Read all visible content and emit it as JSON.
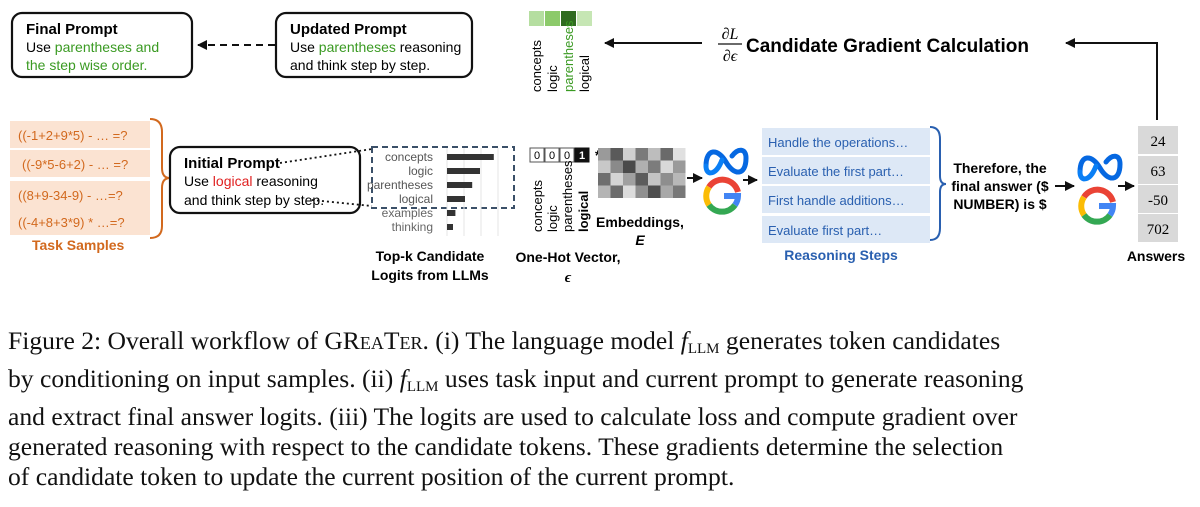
{
  "figure": {
    "final_prompt": {
      "title": "Final Prompt",
      "line1_prefix": "Use ",
      "line1_highlight": "parentheses and",
      "line2_highlight": "the step wise order."
    },
    "updated_prompt": {
      "title": "Updated Prompt",
      "line1_prefix": "Use ",
      "line1_highlight": "parentheses",
      "line1_suffix": " reasoning",
      "line2": "and think step by step."
    },
    "initial_prompt": {
      "title": "Initial Prompt",
      "line1_prefix": "Use ",
      "line1_highlight": "logical",
      "line1_suffix": " reasoning",
      "line2": "and think step by step."
    },
    "task_samples": {
      "items": [
        "((-1+2+9*5) - … =?",
        "((-9*5-6+2) - … =?",
        "((8+9-34-9) - …=?",
        "((-4+8+3*9) * …=?"
      ],
      "label": "Task Samples"
    },
    "topk": {
      "tokens": [
        "concepts",
        "logic",
        "parentheses",
        "logical",
        "examples",
        "thinking"
      ],
      "bars": [
        0.78,
        0.55,
        0.42,
        0.3,
        0.14,
        0.1
      ],
      "label_line1": "Top-k Candidate",
      "label_line2": "Logits from LLMs"
    },
    "onehot": {
      "values": [
        "0",
        "0",
        "0",
        "1"
      ],
      "star": "*",
      "tokens": [
        "concepts",
        "logic",
        "parentheses",
        "logical"
      ],
      "label_line1": "One-Hot Vector,",
      "label_line2": "ϵ"
    },
    "embeddings": {
      "label_line1": "Embeddings,",
      "label_line2": "E"
    },
    "gradient_tokens": [
      "concepts",
      "logic",
      "parentheses",
      "logical"
    ],
    "gradient": {
      "numerator": "∂L",
      "denominator": "∂ϵ",
      "title": "Candidate Gradient Calculation"
    },
    "reasoning_steps": {
      "items": [
        "Handle the operations…",
        "Evaluate the first part…",
        "First handle additions…",
        "Evaluate first part…"
      ],
      "label": "Reasoning Steps"
    },
    "therefore": {
      "line1": "Therefore, the",
      "line2": "final answer ($",
      "line3": "NUMBER) is $"
    },
    "answers": {
      "values": [
        "24",
        "63",
        "-50",
        "702"
      ],
      "label": "Answers"
    },
    "colors": {
      "green": "#3a9a22",
      "red": "#e02020",
      "orange_text": "#d2691e",
      "orange_fill": "#fbe3d2",
      "blue_text": "#2a60b0",
      "blue_fill": "#dde8f6",
      "answer_fill": "#d9d9d9"
    }
  },
  "caption": {
    "line1_a": "Figure 2: Overall workflow of ",
    "line1_name": "GReaTer",
    "line1_b": ". (i) The language model ",
    "line1_f": "f",
    "line1_sub": "LLM",
    "line1_c": " generates token candidates",
    "line2_a": "by conditioning on input samples. (ii) ",
    "line2_f": "f",
    "line2_sub": "LLM",
    "line2_b": " uses task input and current prompt to generate reasoning",
    "line3": "and extract final answer logits. (iii) The logits are used to calculate loss and compute gradient over",
    "line4": "generated reasoning with respect to the candidate tokens. These gradients determine the selection",
    "line5": "of candidate token to update the current position of the current prompt."
  }
}
